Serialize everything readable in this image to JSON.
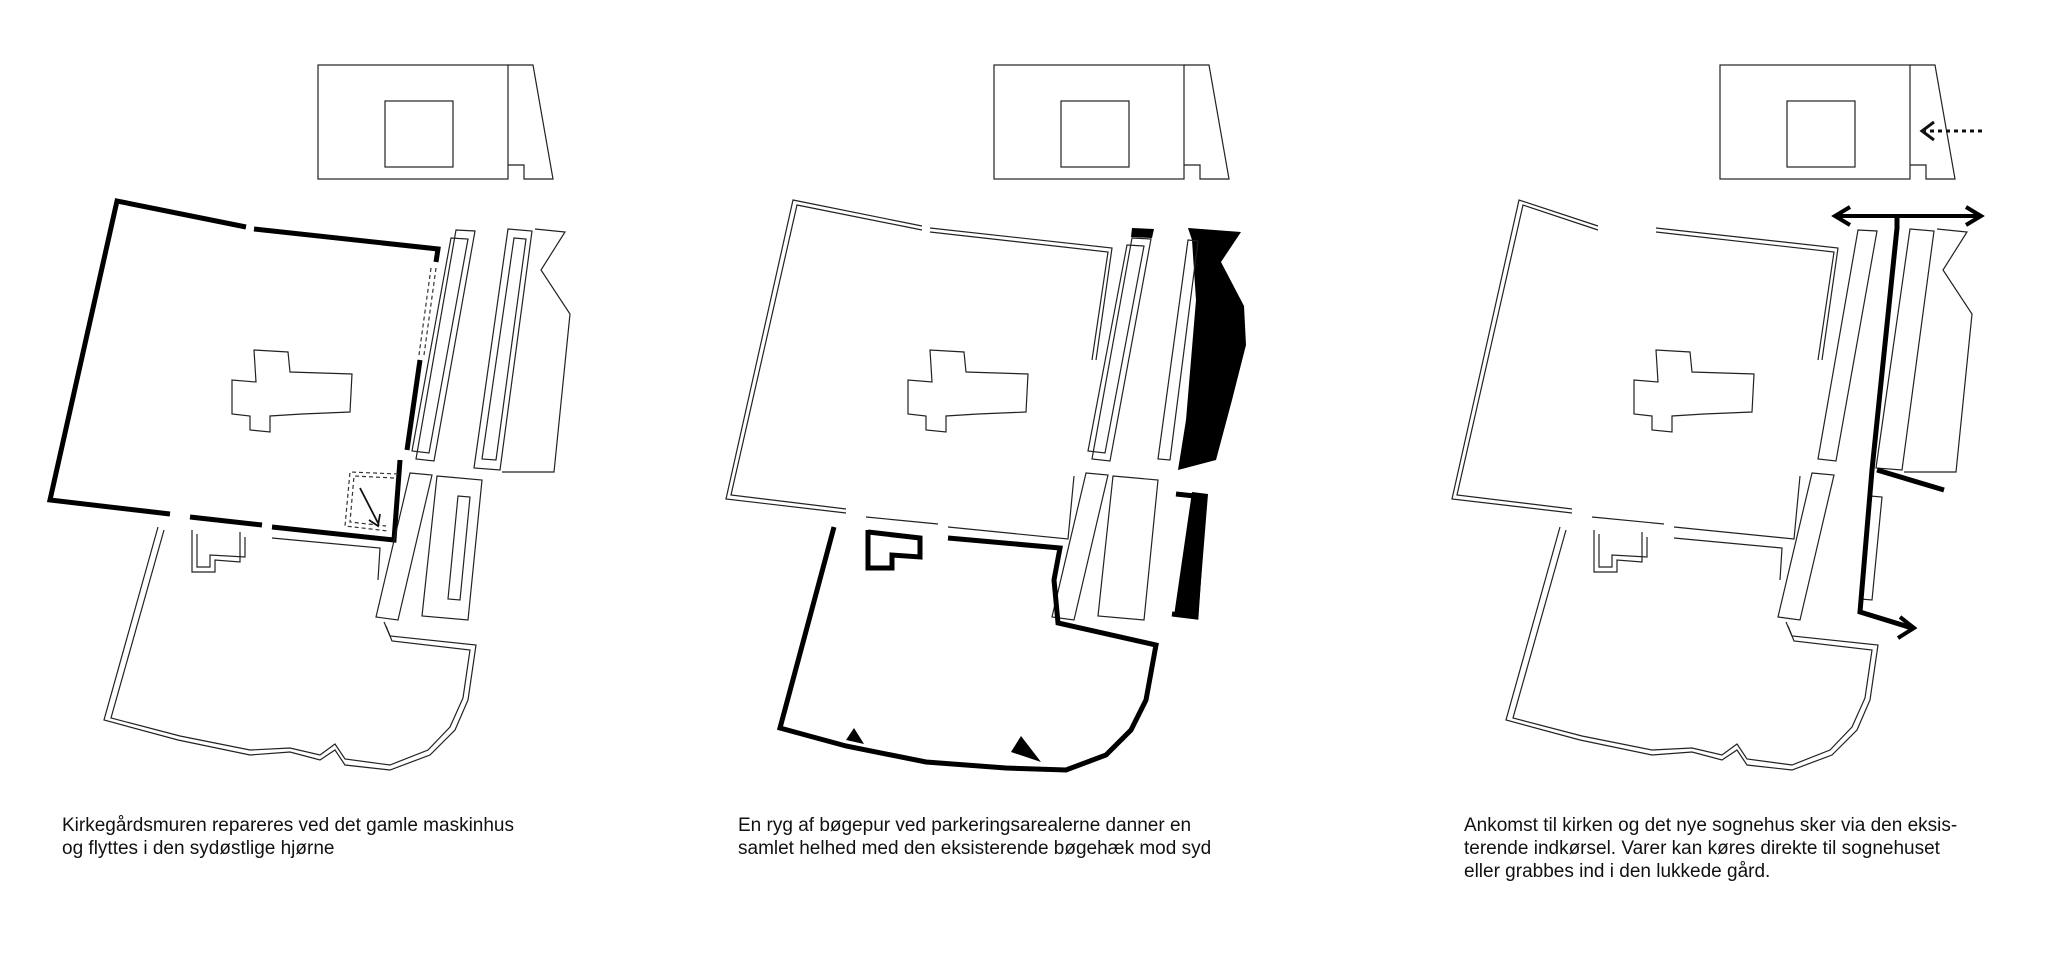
{
  "panels": [
    {
      "caption": [
        "Kirkegårdsmuren repareres ved det gamle maskinhus",
        "og flyttes i den sydøstlige hjørne"
      ]
    },
    {
      "caption": [
        "En ryg af bøgepur ved parkeringsarealerne danner en",
        "samlet helhed med den eksisterende bøgehæk mod syd"
      ]
    },
    {
      "caption": [
        "Ankomst til kirken og det nye sognehus sker via den eksis-",
        "terende indkørsel. Varer kan køres direkte til sognehuset",
        "eller grabbes ind i den lukkede gård."
      ]
    }
  ]
}
